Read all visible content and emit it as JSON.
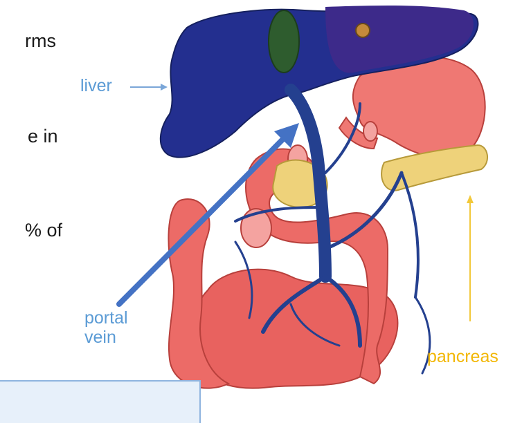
{
  "text_fragments": [
    "rms",
    "e in",
    "% of"
  ],
  "labels": {
    "liver": "liver",
    "portal_vein": [
      "portal",
      "vein"
    ],
    "pancreas": "pancreas"
  },
  "colors": {
    "liver_label": "#5b9bd5",
    "portal_label": "#5b9bd5",
    "pancreas_label": "#f2b705",
    "pointer_blue": "#4472c4",
    "pointer_yellow": "#f2c83a",
    "liver": "#232f8f",
    "vein": "#24408f",
    "intestine": "#e8625f",
    "pancreas": "#eed27a"
  }
}
